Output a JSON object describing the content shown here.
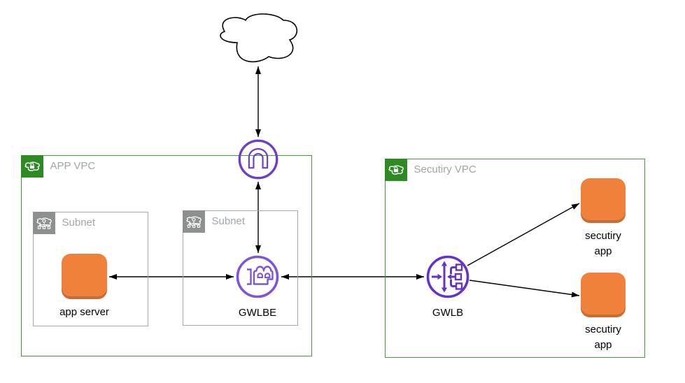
{
  "diagram": {
    "kind": "aws-network-architecture",
    "containers": {
      "app_vpc": {
        "label": "APP VPC",
        "icon": "vpc-icon"
      },
      "security_vpc": {
        "label": "Secutiry VPC",
        "icon": "vpc-icon"
      },
      "app_subnet": {
        "label": "Subnet",
        "icon": "subnet-icon"
      },
      "gwlbe_subnet": {
        "label": "Subnet",
        "icon": "subnet-icon"
      }
    },
    "nodes": {
      "internet_cloud": {
        "icon": "cloud-internet-icon"
      },
      "internet_gateway": {
        "icon": "internet-gateway-icon"
      },
      "app_server": {
        "label": "app server",
        "icon": "orange-app-square"
      },
      "gwlbe": {
        "label": "GWLBE",
        "icon": "gateway-load-balancer-endpoint-icon"
      },
      "gwlb": {
        "label": "GWLB",
        "icon": "gateway-load-balancer-icon"
      },
      "security_app_1": {
        "label": "secutiry app",
        "icon": "orange-app-square"
      },
      "security_app_2": {
        "label": "secutiry app",
        "icon": "orange-app-square"
      }
    },
    "edges": [
      {
        "from": "internet_cloud",
        "to": "internet_gateway",
        "arrows": "both"
      },
      {
        "from": "internet_gateway",
        "to": "gwlbe",
        "arrows": "both"
      },
      {
        "from": "gwlbe",
        "to": "app_server",
        "arrows": "both"
      },
      {
        "from": "gwlbe",
        "to": "gwlb",
        "arrows": "both"
      },
      {
        "from": "gwlb",
        "to": "security_app_1",
        "arrows": "forward"
      },
      {
        "from": "gwlb",
        "to": "security_app_2",
        "arrows": "forward"
      }
    ],
    "colors": {
      "vpc_green": "#2E8A23",
      "vpc_border": "#41A033",
      "subnet_gray": "#8C9190",
      "subnet_border": "#A6AAAC",
      "container_label": "#9FA6AB",
      "node_orange": "#F0813D",
      "igw_purple": "#6B3FC8",
      "gwlbe_purple": "#7D55D6",
      "gwlb_purple": "#6434C9",
      "edge_color": "#000000",
      "node_label": "#000000"
    }
  }
}
